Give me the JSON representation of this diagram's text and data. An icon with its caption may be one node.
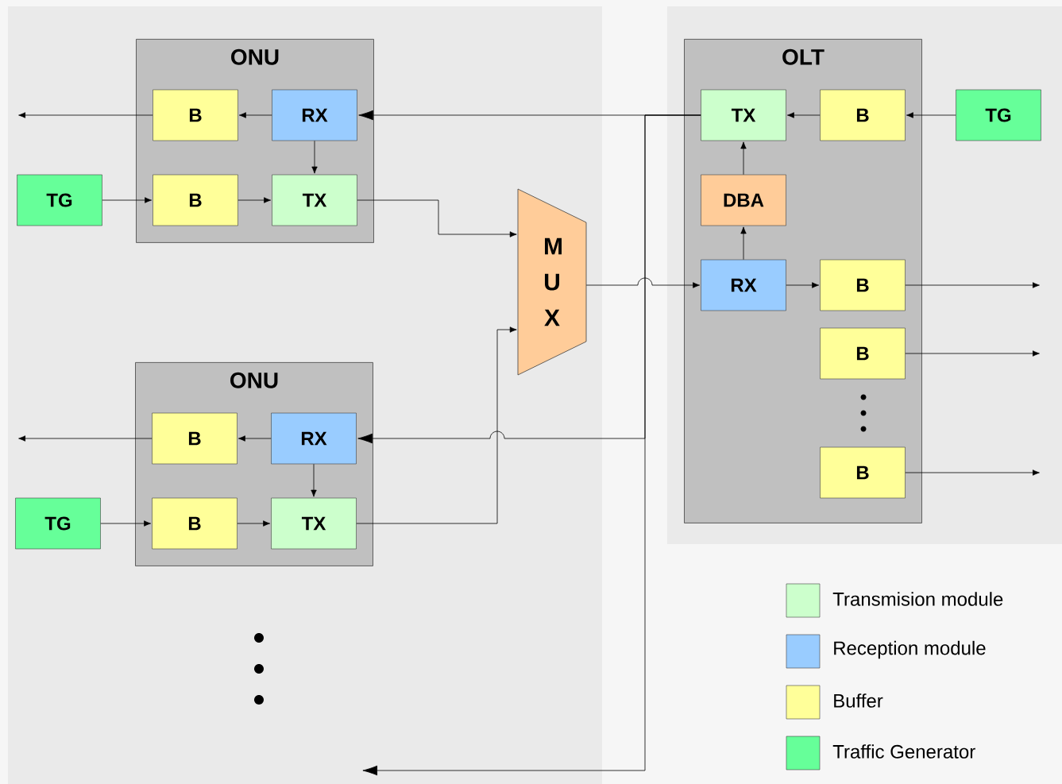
{
  "diagram": {
    "nodes": [
      {
        "text": [
          "ONU"
        ]
      },
      {
        "text": [
          "B"
        ],
        "in": 0
      },
      {
        "text": [
          "RX"
        ],
        "in": 0
      },
      {
        "text": [
          "B"
        ],
        "in": 0
      },
      {
        "text": [
          "TX"
        ],
        "in": 0
      },
      {
        "text": [
          "TG"
        ]
      },
      {
        "text": [
          "ONU"
        ]
      },
      {
        "text": [
          "B"
        ],
        "in": 6
      },
      {
        "text": [
          "RX"
        ],
        "in": 6
      },
      {
        "text": [
          "B"
        ],
        "in": 6
      },
      {
        "text": [
          "TX"
        ],
        "in": 6
      },
      {
        "text": [
          "TG"
        ]
      },
      {
        "text": [
          "M U X"
        ]
      },
      {
        "text": [
          "OLT"
        ]
      },
      {
        "text": [
          "TX"
        ],
        "in": 13
      },
      {
        "text": [
          "B"
        ],
        "in": 13
      },
      {
        "text": [
          "TG"
        ]
      },
      {
        "text": [
          "DBA"
        ],
        "in": 13
      },
      {
        "text": [
          "RX"
        ],
        "in": 13
      },
      {
        "text": [
          "B"
        ],
        "in": 13
      },
      {
        "text": [
          "B"
        ],
        "in": 13
      },
      {
        "text": [
          "B"
        ],
        "in": 13
      }
    ],
    "edges": [
      {
        "from": 2,
        "to": 1,
        "arrow": "to"
      },
      {
        "from": 1,
        "to": null,
        "arrow": "to"
      },
      {
        "from": 2,
        "to": 4,
        "arrow": "to"
      },
      {
        "from": 5,
        "to": 3,
        "arrow": "to"
      },
      {
        "from": 3,
        "to": 4,
        "arrow": "to"
      },
      {
        "from": 4,
        "to": 12,
        "arrow": "to"
      },
      {
        "from": 8,
        "to": 7,
        "arrow": "to"
      },
      {
        "from": 7,
        "to": null,
        "arrow": "to"
      },
      {
        "from": 8,
        "to": 10,
        "arrow": "to"
      },
      {
        "from": 11,
        "to": 9,
        "arrow": "to"
      },
      {
        "from": 9,
        "to": 10,
        "arrow": "to"
      },
      {
        "from": 10,
        "to": 12,
        "arrow": "to"
      },
      {
        "from": 12,
        "to": 18,
        "arrow": "to"
      },
      {
        "from": 14,
        "to": 2,
        "arrow": "to"
      },
      {
        "from": 14,
        "to": 8,
        "arrow": "to"
      },
      {
        "from": 14,
        "to": null,
        "arrow": "to"
      },
      {
        "from": 15,
        "to": 14,
        "arrow": "to"
      },
      {
        "from": 16,
        "to": 15,
        "arrow": "to"
      },
      {
        "from": 17,
        "to": 14,
        "arrow": "to"
      },
      {
        "from": 18,
        "to": 17,
        "arrow": "to"
      },
      {
        "from": 18,
        "to": 19,
        "arrow": "to"
      },
      {
        "from": 19,
        "to": null,
        "arrow": "to"
      },
      {
        "from": 20,
        "to": null,
        "arrow": "to"
      },
      {
        "from": 21,
        "to": null,
        "arrow": "to"
      }
    ],
    "legend": [
      {
        "text": "Transmision module",
        "color": "#ccffcc"
      },
      {
        "text": "Reception module",
        "color": "#99ccff"
      },
      {
        "text": "Buffer",
        "color": "#ffff99"
      },
      {
        "text": "Traffic Generator",
        "color": "#66ff99"
      }
    ]
  }
}
